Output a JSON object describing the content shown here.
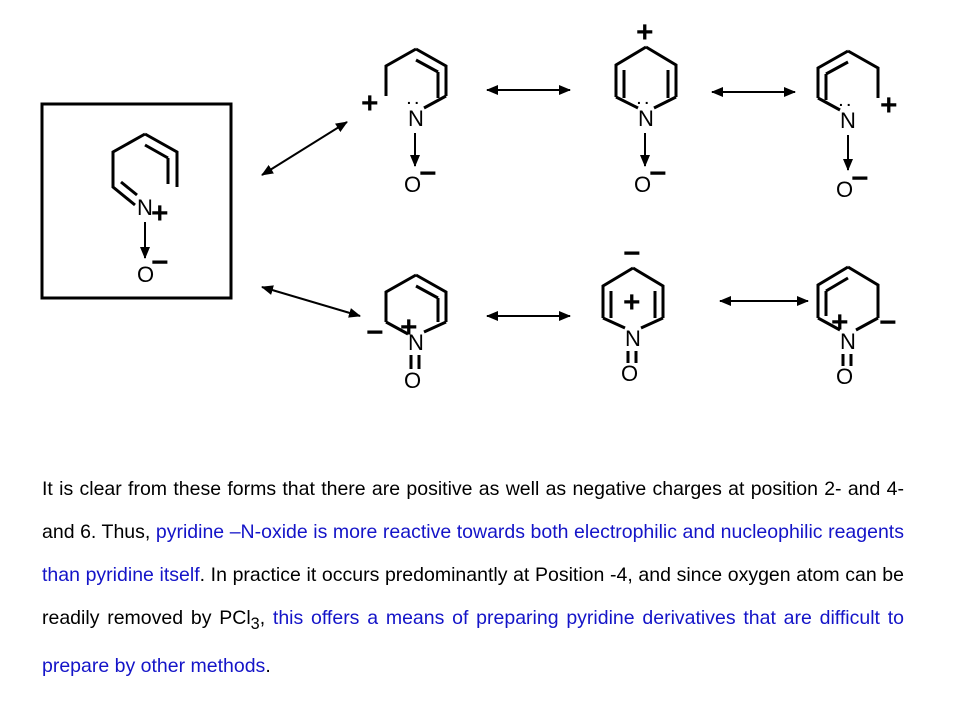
{
  "colors": {
    "text": "#000000",
    "highlight": "#1414c8",
    "background": "#ffffff"
  },
  "atoms": {
    "nitrogen": "N",
    "oxygen": "O"
  },
  "charges": {
    "plus": "+",
    "minus": "−"
  },
  "lone_pair": ". .",
  "paragraph": {
    "s1": "It is clear  from these forms that there are positive as well as negative charges at position 2- and 4- and 6. Thus,",
    "s2": " pyridine –N-oxide is more reactive towards both electrophilic and nucleophilic reagents than pyridine itself",
    "s3": ". In practice it occurs predominantly at Position -4, and since oxygen atom can be readily removed by PCl",
    "sub": "3",
    "s4": ",",
    "s5": " this offers a means of preparing pyridine derivatives that are difficult to prepare by other methods",
    "s6": "."
  }
}
